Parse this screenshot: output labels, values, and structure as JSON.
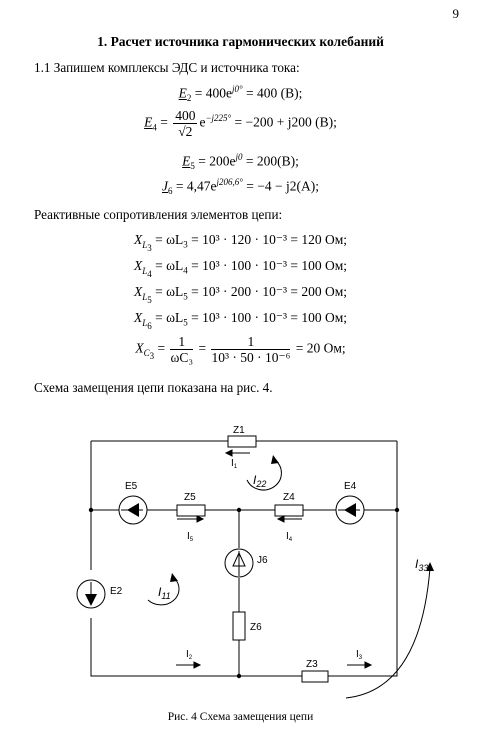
{
  "page_number": "9",
  "heading": "1. Расчет источника гармонических колебаний",
  "intro": "1.1 Запишем комплексы ЭДС и источника тока:",
  "eq": {
    "e2": {
      "name": "E",
      "sub": "2",
      "rhs1": " = 400e",
      "exp": "j0°",
      "rhs2": " = 400 (В);"
    },
    "e4": {
      "name": "E",
      "sub": "4",
      "num": "400",
      "den": "√2",
      "rhs1": "e",
      "exp": "−j225°",
      "rhs2": " = −200 + j200 (В);"
    },
    "e5": {
      "name": "E",
      "sub": "5",
      "rhs1": " = 200e",
      "exp": "j0",
      "rhs2": " = 200(В);"
    },
    "j6": {
      "name": "J",
      "sub": "6",
      "rhs1": " = 4,47e",
      "exp": "j206,6°",
      "rhs2": " = −4 − j2(А);"
    }
  },
  "reactive_intro": "Реактивные сопротивления элементов цепи:",
  "xl": [
    {
      "sub": "L",
      "subsub": "3",
      "rhs": " = ωL",
      "idx": "3",
      "tail": " = 10³ · 120 · 10⁻³ = 120 Ом;"
    },
    {
      "sub": "L",
      "subsub": "4",
      "rhs": " = ωL",
      "idx": "4",
      "tail": " = 10³ · 100 · 10⁻³ = 100 Ом;"
    },
    {
      "sub": "L",
      "subsub": "5",
      "rhs": " = ωL",
      "idx": "5",
      "tail": " = 10³ · 200 · 10⁻³ = 200 Ом;"
    },
    {
      "sub": "L",
      "subsub": "6",
      "rhs": " = ωL",
      "idx": "5",
      "tail": " = 10³ · 100 · 10⁻³ = 100 Ом;"
    }
  ],
  "xc": {
    "sub": "C",
    "subsub": "3",
    "num1": "1",
    "den1": "ωC₃",
    "num2": "1",
    "den2": "10³ · 50 · 10⁻⁶",
    "tail": " = 20 Ом;"
  },
  "scheme_text": "Схема замещения цепи показана на рис. 4.",
  "circuit": {
    "labels": {
      "z1": "Z1",
      "z2": "",
      "z3": "Z3",
      "z4": "Z4",
      "z5": "Z5",
      "z6": "Z6",
      "e2": "E2",
      "e4": "E4",
      "e5": "E5",
      "j6": "J6"
    },
    "currents": {
      "i1": "I",
      "i1s": "1",
      "i2": "I",
      "i2s": "2",
      "i3": "I",
      "i3s": "3",
      "i4": "I",
      "i4s": "4",
      "i5": "I",
      "i5s": "5"
    },
    "loops": {
      "l11": "I",
      "l11s": "11",
      "l22": "I",
      "l22s": "22",
      "l33": "I",
      "l33s": "33"
    }
  },
  "caption": "Рис. 4 Схема замещения цепи"
}
